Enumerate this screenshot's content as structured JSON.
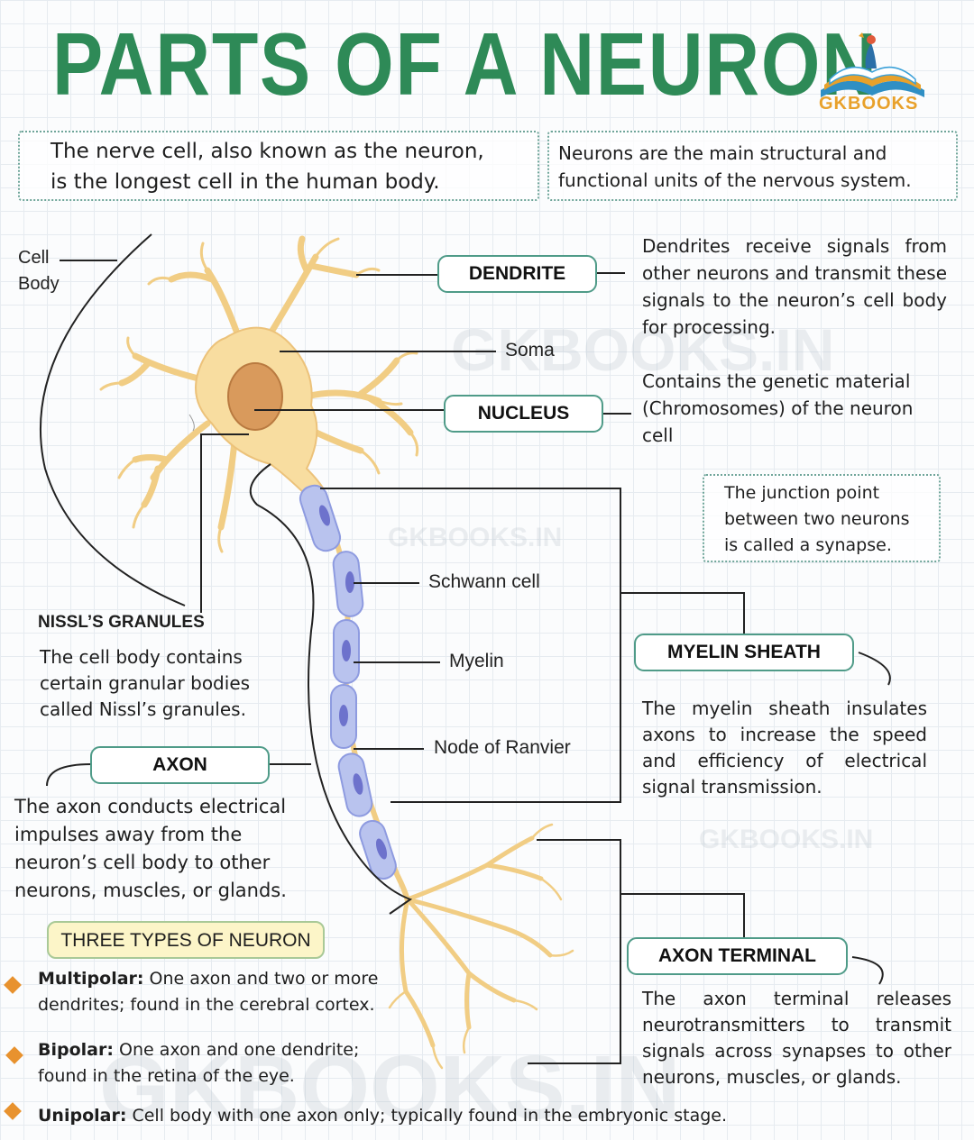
{
  "title": "PARTS OF A NEURON",
  "logo_text": "GKBOOKS",
  "watermark": "GKBOOKS.IN",
  "intro": {
    "left_line1": "The nerve cell, also known as the neuron,",
    "left_line2": "is the longest cell in the human body.",
    "right_line1": "Neurons are the main structural and",
    "right_line2": "functional units of the nervous system."
  },
  "cell_body_label_1": "Cell",
  "cell_body_label_2": "Body",
  "labels": {
    "dendrite": "DENDRITE",
    "soma": "Soma",
    "nucleus": "NUCLEUS",
    "schwann": "Schwann cell",
    "myelin": "Myelin",
    "node": "Node of Ranvier",
    "myelin_sheath": "MYELIN SHEATH",
    "axon": "AXON",
    "axon_terminal": "AXON TERMINAL",
    "nissl": "NISSL’S GRANULES"
  },
  "descriptions": {
    "dendrite": "Dendrites receive signals from other neurons and transmit these signals to the neuron’s cell body for processing.",
    "nucleus": "Contains the genetic material (Chromosomes) of the neuron cell",
    "synapse_1": "The junction point",
    "synapse_2": "between two neurons",
    "synapse_3": "is called a synapse.",
    "nissl_1": "The cell body contains",
    "nissl_2": "certain granular bodies",
    "nissl_3": "called Nissl’s granules.",
    "myelin_sheath": "The myelin sheath insulates axons to increase the speed and efficiency of electrical signal transmission.",
    "axon_1": "The axon conducts electrical",
    "axon_2": "impulses away from the",
    "axon_3": "neuron’s cell body to other",
    "axon_4": "neurons, muscles, or glands.",
    "axon_terminal": "The axon terminal releases neurotransmitters to transmit signals across synapses to other neurons, muscles, or glands."
  },
  "types": {
    "heading": "THREE TYPES OF NEURON",
    "multipolar_name": "Multipolar:",
    "multipolar_text_1": " One axon and two or more",
    "multipolar_text_2": "dendrites; found in the cerebral cortex.",
    "bipolar_name": "Bipolar:",
    "bipolar_text_1": " One axon and one dendrite;",
    "bipolar_text_2": "found in the retina of the eye.",
    "unipolar_name": "Unipolar:",
    "unipolar_text": " Cell body with one axon only; typically found in the embryonic stage."
  },
  "colors": {
    "title_green": "#2e8a57",
    "cell_fill": "#f8dda0",
    "nucleus_fill": "#d99a5c",
    "schwann_fill": "#b9c3ee",
    "bullet_orange": "#e8922e",
    "box_border": "#4f9b88"
  }
}
